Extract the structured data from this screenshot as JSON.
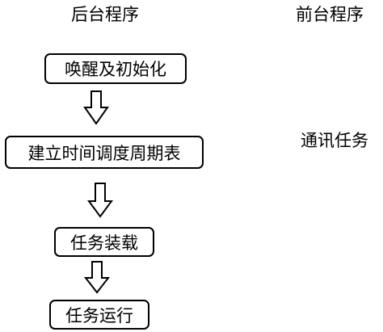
{
  "header": {
    "left_title": "后台程序",
    "right_title": "前台程序"
  },
  "side": {
    "comm_task": "通讯任务"
  },
  "flow": {
    "steps": [
      {
        "label": "唤醒及初始化"
      },
      {
        "label": "建立时间调度周期表"
      },
      {
        "label": "任务装载"
      },
      {
        "label": "任务运行"
      }
    ],
    "arrow_color": "#000000",
    "box_border_color": "#000000"
  }
}
